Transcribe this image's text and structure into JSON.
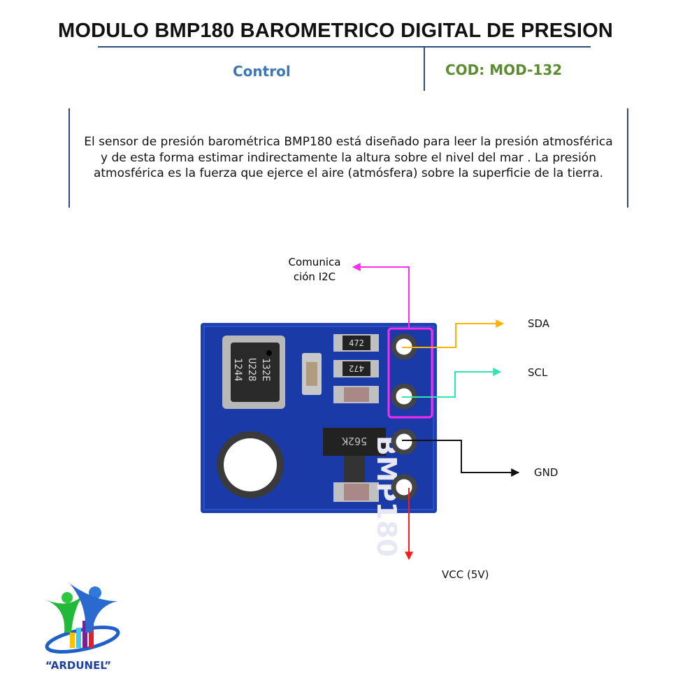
{
  "header": {
    "title": "MODULO BMP180 BAROMETRICO DIGITAL DE PRESION",
    "category": "Control",
    "code": "COD: MOD-132"
  },
  "description": "El sensor de presión barométrica BMP180 está diseñado para leer la presión atmosférica y de esta forma estimar indirectamente la altura sobre el nivel del mar . La presión atmosférica es la fuerza que ejerce el aire (atmósfera) sobre la superficie de la tierra.",
  "diagram": {
    "board_label": "BMP180",
    "chip_markings": [
      "1244",
      "U228",
      "132E"
    ],
    "resistor_markings": [
      "472",
      "472",
      "562K"
    ],
    "group_label": "Comunicación I2C",
    "group_label_lines": [
      "Comunica",
      "ción I2C"
    ],
    "pins": [
      {
        "name": "SDA",
        "color": "#ffb300"
      },
      {
        "name": "SCL",
        "color": "#2ee6b0"
      },
      {
        "name": "GND",
        "color": "#111111"
      },
      {
        "name": "VCC (5V)",
        "color": "#ff1a1a"
      }
    ],
    "group_color": "#ff2bf0",
    "pcb_color": "#1d3fb0"
  },
  "logo": {
    "text": "“ARDUNEL”"
  }
}
